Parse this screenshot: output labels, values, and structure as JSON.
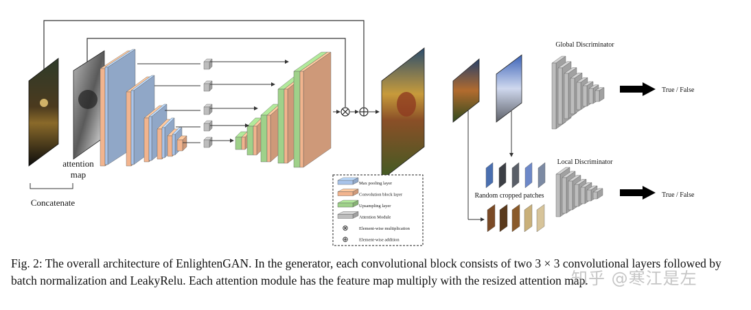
{
  "diagram": {
    "labels": {
      "attention": "attention",
      "map": "map",
      "concatenate": "Concatenate",
      "global_disc": "Global Discriminator",
      "local_disc": "Local Discriminator",
      "true_false_1": "True / False",
      "true_false_2": "True / False",
      "random_patches": "Random cropped patches"
    },
    "legend": [
      {
        "key": "max_pool",
        "label": "Max pooling layer",
        "color": "#a9c4ea"
      },
      {
        "key": "conv",
        "label": "Convolution block layer",
        "color": "#f2b48e"
      },
      {
        "key": "upsample",
        "label": "Upsampling layer",
        "color": "#9fd18a"
      },
      {
        "key": "attention",
        "label": "Attention Module",
        "color": "#bdbdbd"
      },
      {
        "key": "mult",
        "label": "Element-wise multiplication",
        "symbol": "⊗"
      },
      {
        "key": "add",
        "label": "Element-wise addition",
        "symbol": "⊕"
      }
    ],
    "colors": {
      "blue": "#a9c4ea",
      "orange": "#f2b48e",
      "green": "#9fd18a",
      "gray": "#bdbdbd"
    }
  },
  "caption": {
    "label": "Fig. 2:",
    "text": "The overall architecture of EnlightenGAN. In the generator, each convolutional block consists of two 3 × 3 convolutional layers followed by batch normalization and LeakyRelu. Each attention module has the feature map multiply with the resized attention map."
  },
  "watermark": "知乎 @寒江是左"
}
